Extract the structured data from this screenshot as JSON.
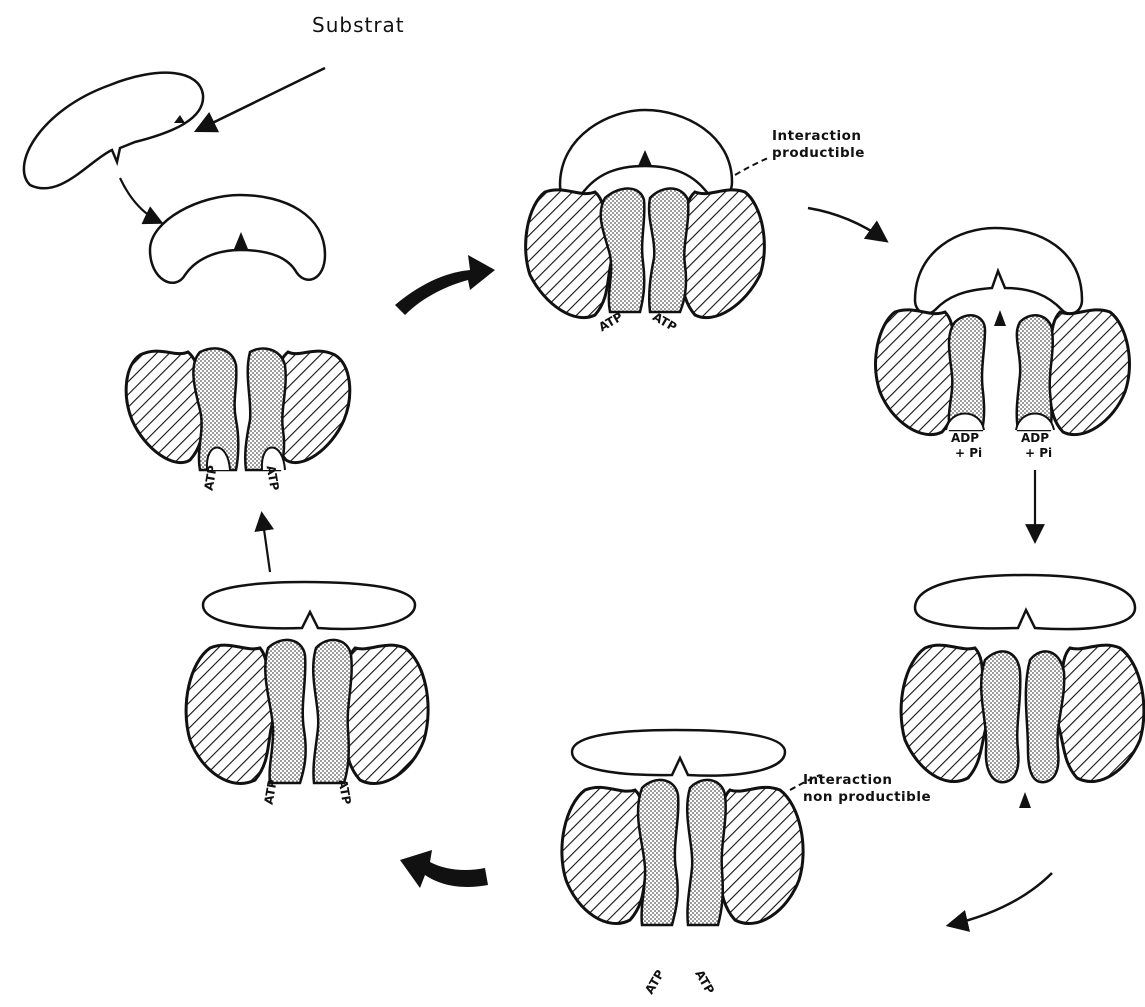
{
  "labels": {
    "substrate": "Substrat",
    "productive_line1": "Interaction",
    "productive_line2": "productible",
    "nonproductive_line1": "Interaction",
    "nonproductive_line2": "non productible"
  },
  "nucleotides": {
    "atp": "ATP",
    "adp": "ADP",
    "pi": "+ Pi"
  },
  "colors": {
    "ink": "#111111",
    "background": "#ffffff",
    "stipple": "#9a9a9a"
  }
}
